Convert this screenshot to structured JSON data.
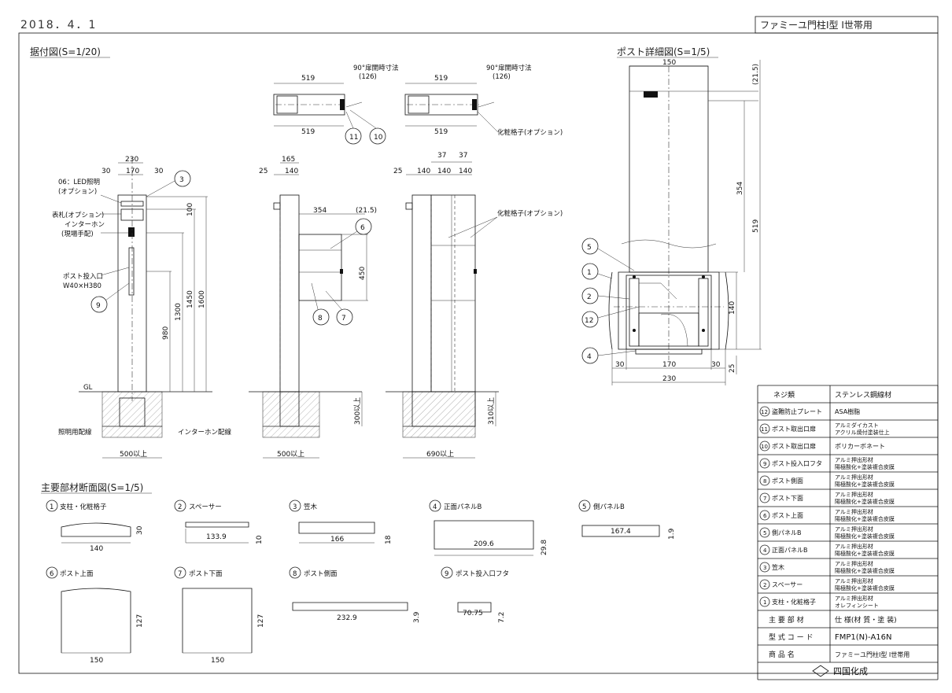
{
  "header": {
    "date": "2018．4．1",
    "product_title": "ファミーユ門柱Ⅰ型 Ⅰ世帯用"
  },
  "views": {
    "install_title": "据付図(S=1/20)",
    "post_detail_title": "ポスト詳細図(S=1/5)",
    "sections_title": "主要部材断面図(S=1/5)"
  },
  "install": {
    "top_dims": [
      "519",
      "519",
      "519",
      "519"
    ],
    "open_dim_note": "90°扉開時寸法",
    "open_dim_val": "(126)",
    "option_label_top": "化粧格子(オプション)",
    "front_dims": [
      "230",
      "30",
      "170",
      "30"
    ],
    "side_dims": [
      "165",
      "25",
      "140"
    ],
    "back_dims": [
      "37",
      "37",
      "25",
      "140",
      "140",
      "140"
    ],
    "side_mid_dims": [
      "354",
      "(21.5)",
      "450"
    ],
    "labels": {
      "led": "06：LED照明",
      "led_opt": "(オプション)",
      "nameplate": "表札(オプション)",
      "intercom": "インターホン",
      "intercom_note": "(現場手配)",
      "post_slot": "ポスト投入口",
      "post_slot_size": "W40×H380",
      "gl": "GL",
      "lighting_wire": "照明用配線",
      "intercom_wire": "インターホン配線",
      "option_grid": "化粧格子(オプション)"
    },
    "heights": [
      "1600",
      "1450",
      "1300",
      "980",
      "100"
    ],
    "depths": [
      "300以上",
      "310以上"
    ],
    "widths": [
      "500以上",
      "500以上",
      "690以上"
    ]
  },
  "post_detail": {
    "dims": [
      "150",
      "(21.5)",
      "354",
      "519",
      "140",
      "25",
      "30",
      "170",
      "30",
      "230"
    ]
  },
  "sections": [
    {
      "num": "1",
      "name": "支柱・化粧格子",
      "dims": [
        "140",
        "30"
      ]
    },
    {
      "num": "2",
      "name": "スペーサー",
      "dims": [
        "133.9",
        "10"
      ]
    },
    {
      "num": "3",
      "name": "笠木",
      "dims": [
        "166",
        "18"
      ]
    },
    {
      "num": "4",
      "name": "正面パネルB",
      "dims": [
        "209.6",
        "29.8"
      ]
    },
    {
      "num": "5",
      "name": "側パネルB",
      "dims": [
        "167.4",
        "1.9"
      ]
    },
    {
      "num": "6",
      "name": "ポスト上面",
      "dims": [
        "150",
        "127"
      ]
    },
    {
      "num": "7",
      "name": "ポスト下面",
      "dims": [
        "150",
        "127"
      ]
    },
    {
      "num": "8",
      "name": "ポスト側面",
      "dims": [
        "232.9",
        "3.9"
      ]
    },
    {
      "num": "9",
      "name": "ポスト投入口フタ",
      "dims": [
        "70.75",
        "7.2"
      ]
    }
  ],
  "parts_table": {
    "header": [
      "ネジ類",
      "ステンレス鋼線材"
    ],
    "rows": [
      {
        "num": "12",
        "part": "盗難防止プレート",
        "spec": [
          "ASA樹脂"
        ]
      },
      {
        "num": "11",
        "part": "ポスト取出口扉",
        "spec": [
          "アルミダイカスト",
          "アクリル焼付塗装仕上"
        ]
      },
      {
        "num": "10",
        "part": "ポスト取出口扉",
        "spec": [
          "ポリカーボネート"
        ]
      },
      {
        "num": "9",
        "part": "ポスト投入口フタ",
        "spec": [
          "アルミ押出形材",
          "陽極酸化+塗装複合皮膜"
        ]
      },
      {
        "num": "8",
        "part": "ポスト側面",
        "spec": [
          "アルミ押出形材",
          "陽極酸化+塗装複合皮膜"
        ]
      },
      {
        "num": "7",
        "part": "ポスト下面",
        "spec": [
          "アルミ押出形材",
          "陽極酸化+塗装複合皮膜"
        ]
      },
      {
        "num": "6",
        "part": "ポスト上面",
        "spec": [
          "アルミ押出形材",
          "陽極酸化+塗装複合皮膜"
        ]
      },
      {
        "num": "5",
        "part": "側パネルB",
        "spec": [
          "アルミ押出形材",
          "陽極酸化+塗装複合皮膜"
        ]
      },
      {
        "num": "4",
        "part": "正面パネルB",
        "spec": [
          "アルミ押出形材",
          "陽極酸化+塗装複合皮膜"
        ]
      },
      {
        "num": "3",
        "part": "笠木",
        "spec": [
          "アルミ押出形材",
          "陽極酸化+塗装複合皮膜"
        ]
      },
      {
        "num": "2",
        "part": "スペーサー",
        "spec": [
          "アルミ押出形材",
          "陽極酸化+塗装複合皮膜"
        ]
      },
      {
        "num": "1",
        "part": "支柱・化粧格子",
        "spec": [
          "アルミ押出形材",
          "オレフィンシート"
        ]
      }
    ],
    "footer": {
      "main_parts": "主 要 部 材",
      "spec_label": "仕 様(材 質・塗 装)",
      "model_label": "型 式 コ ー ド",
      "model_value": "FMP1(N)-A16N",
      "product_label": "商 品 名",
      "product_value": "ファミーユ門柱Ⅰ型 Ⅰ世帯用",
      "company": "四国化成"
    }
  }
}
